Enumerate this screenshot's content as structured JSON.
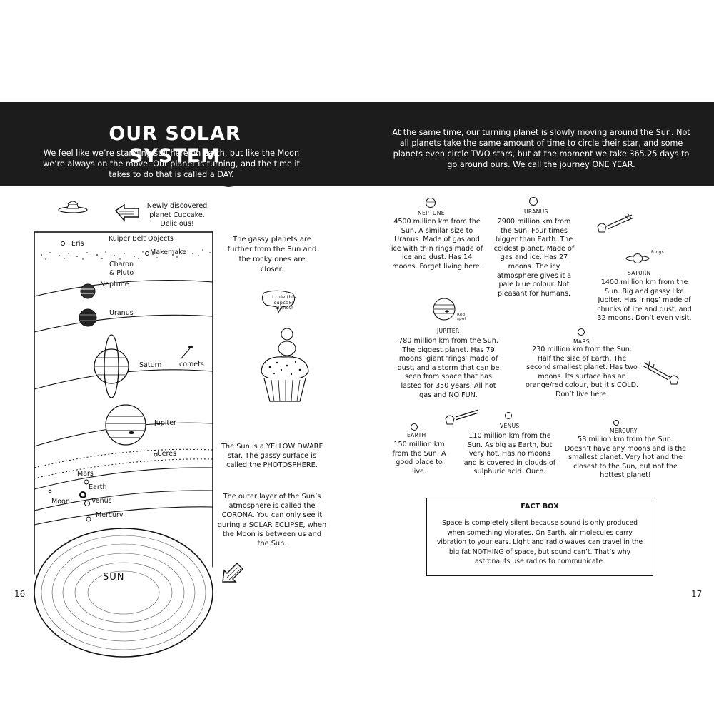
{
  "left_page": {
    "title": "OUR SOLAR SYSTEM",
    "intro": "We feel like we’re standing still here on Earth, but like the Moon we’re always on the move. Our planet is turning, and the time it takes to do that is called a DAY.",
    "cupcake_note": "Newly discovered planet Cupcake. Delicious!",
    "gassy_note": "The gassy planets are further from the Sun and the rocky ones are closer.",
    "cupcake_speech": "I rule this cupcake planet!",
    "sun_note_1": "The Sun is a YELLOW DWARF star. The gassy surface is called the PHOTOSPHERE.",
    "sun_note_2": "The outer layer of the Sun’s atmosphere is called the CORONA. You can only see it during a SOLAR ECLIPSE, when the Moon is between us and the Sun.",
    "diagram_labels": {
      "kuiper": "Kuiper Belt Objects",
      "eris": "Eris",
      "makemake": "Makemake",
      "charon_pluto": "Charon & Pluto",
      "neptune": "Neptune",
      "uranus": "Uranus",
      "saturn": "Saturn",
      "comets": "comets",
      "jupiter": "Jupiter",
      "ceres": "Ceres",
      "mars": "Mars",
      "moon": "Moon",
      "earth": "Earth",
      "venus": "Venus",
      "mercury": "Mercury",
      "sun": "SUN"
    },
    "page_number": "16"
  },
  "right_page": {
    "intro": "At the same time, our turning planet is slowly moving around the Sun. Not all planets take the same amount of time to circle their star, and some planets even circle TWO stars, but at the moment we take 365.25 days to go around ours. We call the journey ONE YEAR.",
    "planets": {
      "neptune": {
        "name": "NEPTUNE",
        "text": "4500 million km from the Sun. A similar size to Uranus. Made of gas and ice with thin rings made of ice and dust. Has 14 moons. Forget living here."
      },
      "uranus": {
        "name": "URANUS",
        "text": "2900 million km from the Sun. Four times bigger than Earth. The coldest planet. Made of gas and ice. Has 27 moons. The icy atmosphere gives it a pale blue colour. Not pleasant for humans."
      },
      "saturn": {
        "name": "SATURN",
        "ring_tag": "Rings",
        "text": "1400 million km from the Sun. Big and gassy like Jupiter. Has ‘rings’ made of chunks of ice and dust, and 32 moons. Don’t even visit."
      },
      "jupiter": {
        "name": "JUPITER",
        "spot_tag": "Red spot",
        "text": "780 million km from the Sun. The biggest planet. Has 79 moons, giant ‘rings’ made of dust, and a storm that can be seen from space that has lasted for 350 years. All hot gas and NO FUN."
      },
      "mars": {
        "name": "MARS",
        "text": "230 million km from the Sun. Half the size of Earth. The second smallest planet. Has two moons. Its surface has an orange/red colour, but it’s COLD. Don’t live here."
      },
      "earth": {
        "name": "EARTH",
        "text": "150 million km from the Sun. A good place to live."
      },
      "venus": {
        "name": "VENUS",
        "text": "110 million km from the Sun. As big as Earth, but very hot. Has no moons and is covered in clouds of sulphuric acid. Ouch."
      },
      "mercury": {
        "name": "MERCURY",
        "text": "58 million km from the Sun. Doesn’t have any moons and is the smallest planet. Very hot and the closest to the Sun, but not the hottest planet!"
      }
    },
    "fact_box": {
      "title": "FACT BOX",
      "text": "Space is completely silent because sound is only produced when something vibrates. On Earth, air molecules carry vibration to your ears. Light and radio waves can travel in the big fat NOTHING of space, but sound can’t. That’s why astronauts use radios to communicate."
    },
    "page_number": "17"
  }
}
